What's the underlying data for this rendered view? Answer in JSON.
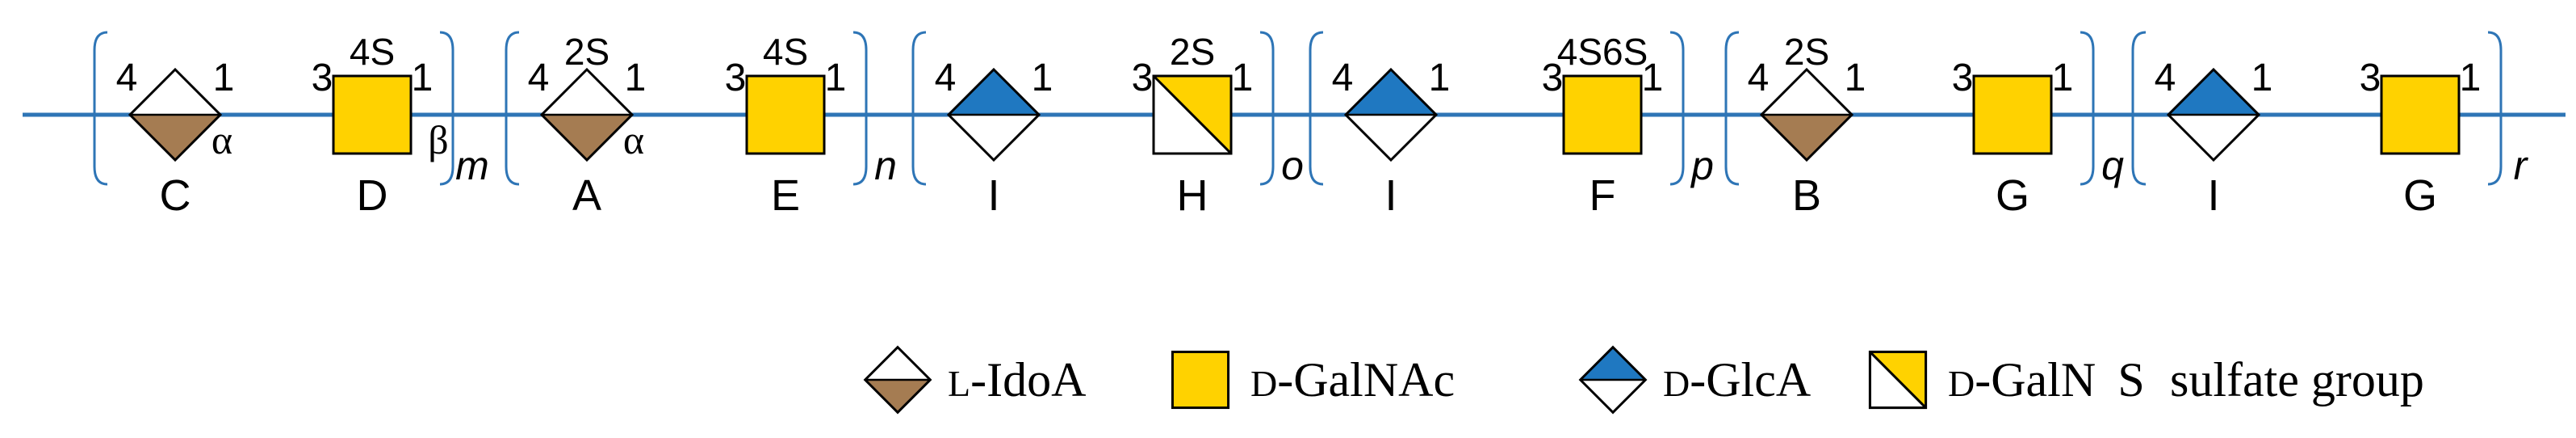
{
  "colors": {
    "chain_line": "#2E75B6",
    "bracket": "#2E75B6",
    "galnac_fill": "#FFD200",
    "idoa_fill": "#A57C52",
    "glca_fill": "#1F78C1",
    "galn_fill": "#FFD200",
    "outline": "#000000"
  },
  "units": [
    {
      "id": "C",
      "shape": "idoa",
      "left_pos": "4",
      "right_pos": "1",
      "sulfate": "",
      "anomer": "α"
    },
    {
      "id": "D",
      "shape": "galnac",
      "left_pos": "3",
      "right_pos": "1",
      "sulfate": "4S",
      "anomer": "β"
    },
    {
      "id": "A",
      "shape": "idoa",
      "left_pos": "4",
      "right_pos": "1",
      "sulfate": "2S",
      "anomer": "α"
    },
    {
      "id": "E",
      "shape": "galnac",
      "left_pos": "3",
      "right_pos": "1",
      "sulfate": "4S",
      "anomer": ""
    },
    {
      "id": "I",
      "shape": "glca",
      "left_pos": "4",
      "right_pos": "1",
      "sulfate": "",
      "anomer": ""
    },
    {
      "id": "H",
      "shape": "galn",
      "left_pos": "3",
      "right_pos": "1",
      "sulfate": "2S",
      "anomer": ""
    },
    {
      "id": "I",
      "shape": "glca",
      "left_pos": "4",
      "right_pos": "1",
      "sulfate": "",
      "anomer": ""
    },
    {
      "id": "F",
      "shape": "galnac",
      "left_pos": "3",
      "right_pos": "1",
      "sulfate": "4S6S",
      "anomer": ""
    },
    {
      "id": "B",
      "shape": "idoa",
      "left_pos": "4",
      "right_pos": "1",
      "sulfate": "2S",
      "anomer": ""
    },
    {
      "id": "G",
      "shape": "galnac",
      "left_pos": "3",
      "right_pos": "1",
      "sulfate": "",
      "anomer": ""
    },
    {
      "id": "I",
      "shape": "glca",
      "left_pos": "4",
      "right_pos": "1",
      "sulfate": "",
      "anomer": ""
    },
    {
      "id": "G",
      "shape": "galnac",
      "left_pos": "3",
      "right_pos": "1",
      "sulfate": "",
      "anomer": ""
    }
  ],
  "repeats": [
    {
      "label": "m",
      "first_unit": 0,
      "last_unit": 1
    },
    {
      "label": "n",
      "first_unit": 2,
      "last_unit": 3
    },
    {
      "label": "o",
      "first_unit": 4,
      "last_unit": 5
    },
    {
      "label": "p",
      "first_unit": 6,
      "last_unit": 7
    },
    {
      "label": "q",
      "first_unit": 8,
      "last_unit": 9
    },
    {
      "label": "r",
      "first_unit": 10,
      "last_unit": 11
    }
  ],
  "legend": [
    {
      "shape": "idoa",
      "prefix": "L",
      "name": "-IdoA"
    },
    {
      "shape": "galnac",
      "prefix": "D",
      "name": "-GalNAc"
    },
    {
      "shape": "glca",
      "prefix": "D",
      "name": "-GlcA"
    },
    {
      "shape": "galn",
      "prefix": "D",
      "name": "-GalN"
    },
    {
      "shape": "sulfate",
      "prefix": "S",
      "name": "sulfate group"
    }
  ]
}
